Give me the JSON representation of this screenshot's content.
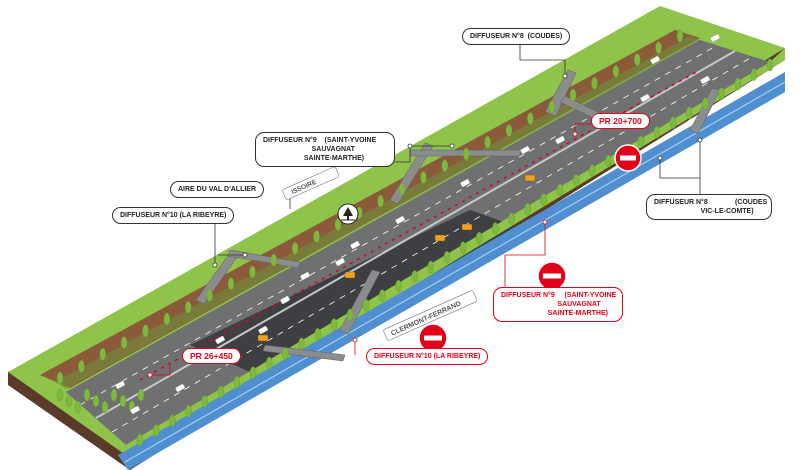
{
  "colors": {
    "grass": "#8fc34a",
    "grass_dark": "#5e9a2e",
    "soil": "#8a5a3a",
    "road": "#6e7072",
    "road_works": "#3d3f42",
    "river": "#4f8fd0",
    "red": "#e2001a",
    "tree": "#7fb93c"
  },
  "labels": {
    "diffuseur8_top": "DIFFUSEUR N°8  (COUDES)",
    "diffuseur9_top": "DIFFUSEUR N°9    (SAINT-YVOINE\n                         SAUVAGNAT\n                     SAINTE-MARTHE)",
    "aire": "AIRE DU VAL D'ALLIER",
    "diffuseur10_top": "DIFFUSEUR N°10 (LA RIBEYRE)",
    "diffuseur8_right": "DIFFUSEUR N°8              (COUDES\n                        VIC-LE-COMTE)",
    "diffuseur9_red": "DIFFUSEUR N°9     (SAINT-YVOINE\n                             SAUVAGNAT\n                        SAINTE-MARTHE)",
    "diffuseur10_red": "DIFFUSEUR N°10 (LA RIBEYRE)"
  },
  "markers": {
    "pr_top": "PR 20+700",
    "pr_bottom": "PR 26+450"
  },
  "signs": {
    "issoire": "ISSOIRE",
    "clermont": "CLERMONT-FERRAND"
  },
  "icons": [
    "no-entry-icon",
    "rest-area-tree-icon"
  ]
}
